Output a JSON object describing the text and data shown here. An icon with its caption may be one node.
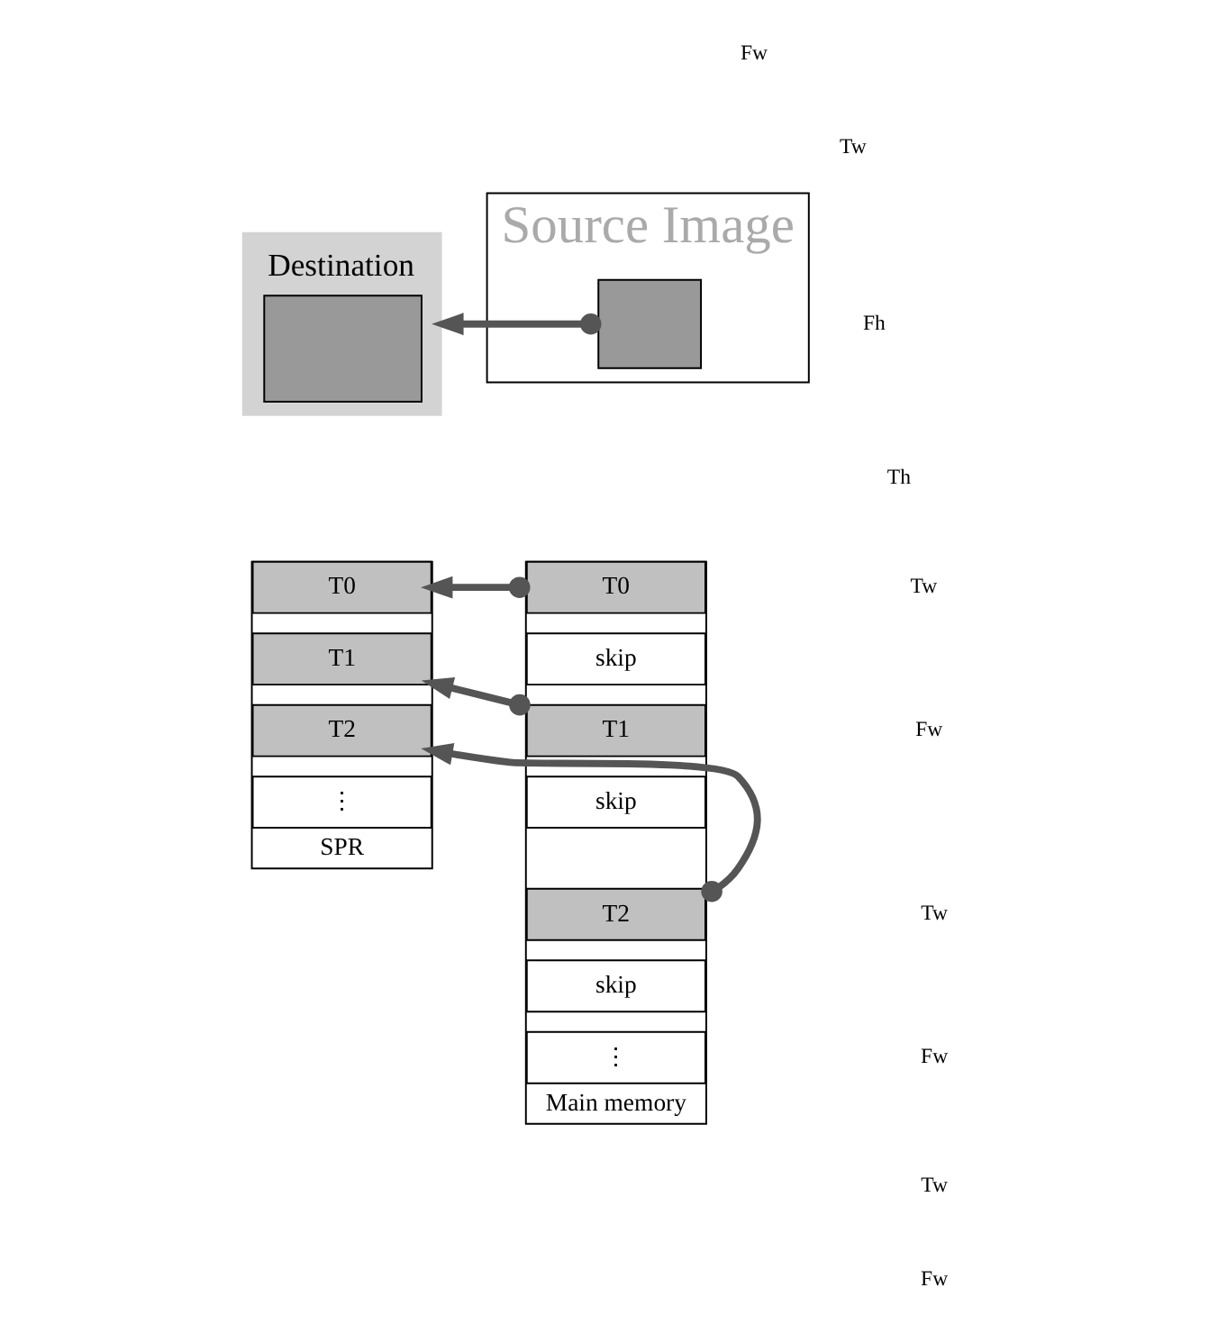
{
  "diagram": {
    "nodes": [
      {
        "text": [
          "Source Image"
        ]
      },
      {
        "text": [],
        "shape": "box",
        "in": 0
      },
      {
        "text": [
          "Destination"
        ]
      },
      {
        "text": [
          "Main memory"
        ]
      },
      {
        "text": [
          "T0"
        ],
        "in": 3
      },
      {
        "text": [
          "skip"
        ],
        "in": 3
      },
      {
        "text": [
          "T1"
        ],
        "in": 3
      },
      {
        "text": [
          "skip"
        ],
        "in": 3
      },
      {
        "text": [
          "T2"
        ],
        "in": 3
      },
      {
        "text": [
          "skip"
        ],
        "in": 3
      },
      {
        "text": [
          "⋮"
        ],
        "in": 3
      },
      {
        "text": [
          "SPR"
        ]
      },
      {
        "text": [
          "T0"
        ],
        "in": 11
      },
      {
        "text": [
          "T1"
        ],
        "in": 11
      },
      {
        "text": [
          "T2"
        ],
        "in": 11
      },
      {
        "text": [
          "⋮"
        ],
        "in": 11
      }
    ],
    "edges": [
      {
        "from": 1,
        "to": 2,
        "arrow": "to"
      },
      {
        "from": 4,
        "to": 12,
        "arrow": "to"
      },
      {
        "from": 6,
        "to": 13,
        "arrow": "to"
      },
      {
        "from": 8,
        "to": 14,
        "arrow": "to"
      }
    ],
    "labels": [
      "Fw",
      "Tw",
      "Fh",
      "Th",
      "Tw",
      "Fw",
      "Tw",
      "Fw",
      "Tw",
      "Fw"
    ]
  }
}
